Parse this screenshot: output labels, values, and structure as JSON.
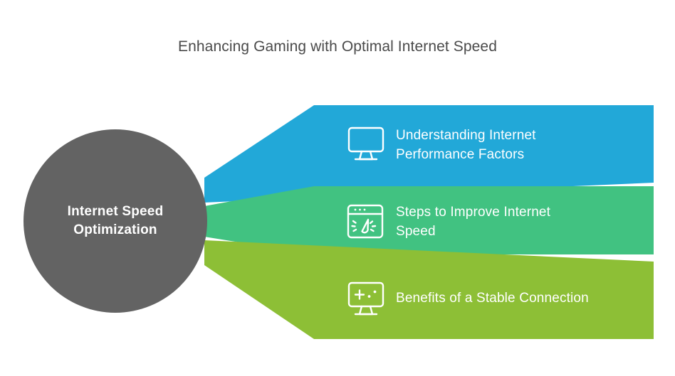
{
  "page": {
    "title": "Enhancing Gaming with Optimal Internet Speed",
    "background_color": "#ffffff",
    "title_color": "#4a4a4a"
  },
  "hub": {
    "name": "central-node",
    "label_line1": "Internet Speed",
    "label_line2": "Optimization",
    "color": "#636363",
    "text_color": "#ffffff"
  },
  "branches": [
    {
      "index": 0,
      "label": "Understanding Internet Performance Factors",
      "label_line1": "Understanding Internet",
      "label_line2": "Performance Factors",
      "color": "#22a8d8",
      "text_color": "#ffffff",
      "icon": "desktop-monitor-icon"
    },
    {
      "index": 1,
      "label": "Steps to Improve Internet Speed",
      "label_line1": "Steps to Improve Internet",
      "label_line2": "Speed",
      "color": "#41c281",
      "text_color": "#ffffff",
      "icon": "browser-speedometer-icon"
    },
    {
      "index": 2,
      "label": "Benefits of a Stable Connection",
      "label_line1": "Benefits of a Stable Connection",
      "label_line2": "",
      "color": "#8dbf36",
      "text_color": "#ffffff",
      "icon": "monitor-gamepad-icon"
    }
  ]
}
